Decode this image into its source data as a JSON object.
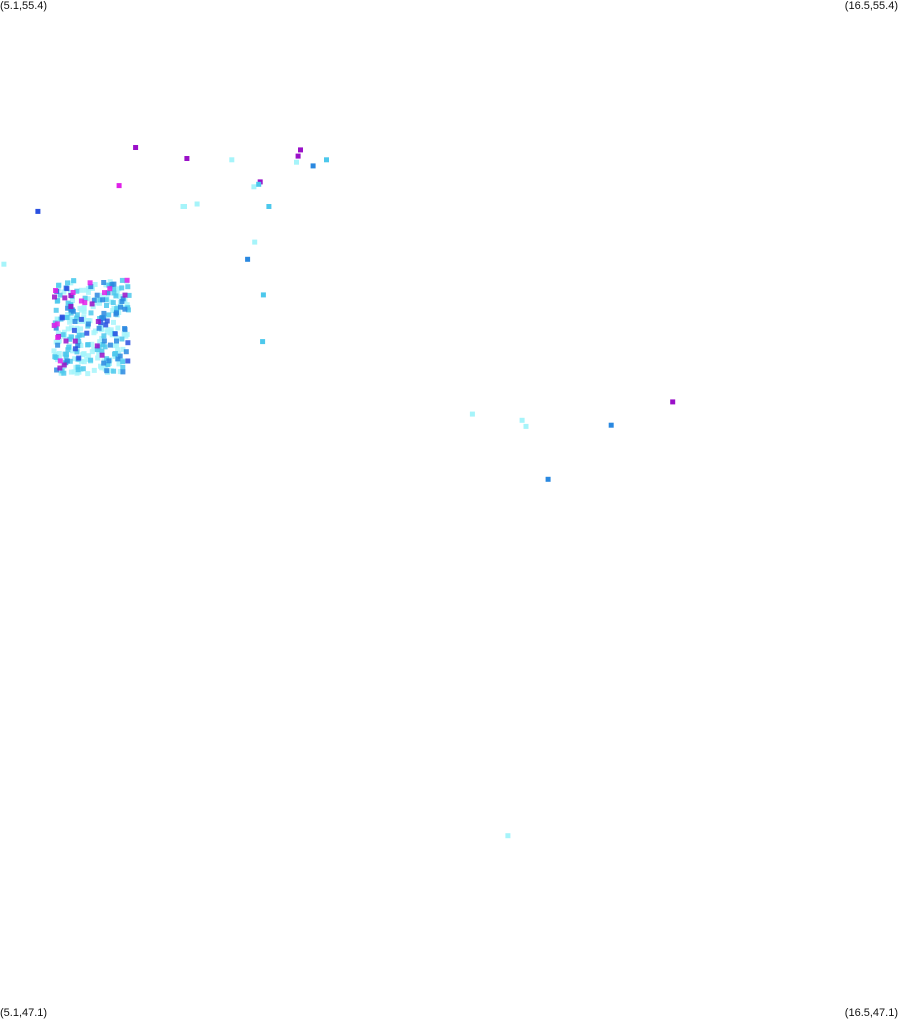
{
  "corners": {
    "top_left": "(5.1,55.4)",
    "top_right": "(16.5,55.4)",
    "bottom_left": "(5.1,47.1)",
    "bottom_right": "(16.5,47.1)"
  },
  "bounds": {
    "lon_min": 5.1,
    "lon_max": 16.5,
    "lat_min": 47.1,
    "lat_max": 55.4
  },
  "colors": {
    "pale_cyan": "#a6f4fa",
    "cyan": "#4cc8ec",
    "blue": "#2a88e0",
    "dark_blue": "#2a50e0",
    "purple": "#9a10c8",
    "magenta": "#e020e8"
  },
  "points": [
    {
      "lon": 5.15,
      "lat": 53.25,
      "color": "pale_cyan"
    },
    {
      "lon": 5.58,
      "lat": 53.68,
      "color": "dark_blue"
    },
    {
      "lon": 6.61,
      "lat": 53.89,
      "color": "magenta"
    },
    {
      "lon": 6.82,
      "lat": 54.2,
      "color": "purple"
    },
    {
      "lon": 7.47,
      "lat": 54.11,
      "color": "purple"
    },
    {
      "lon": 8.04,
      "lat": 54.1,
      "color": "pale_cyan"
    },
    {
      "lon": 7.42,
      "lat": 53.72,
      "color": "pale_cyan"
    },
    {
      "lon": 7.44,
      "lat": 53.72,
      "color": "pale_cyan"
    },
    {
      "lon": 7.6,
      "lat": 53.74,
      "color": "pale_cyan"
    },
    {
      "lon": 8.4,
      "lat": 53.92,
      "color": "purple"
    },
    {
      "lon": 8.32,
      "lat": 53.88,
      "color": "pale_cyan"
    },
    {
      "lon": 8.38,
      "lat": 53.9,
      "color": "cyan"
    },
    {
      "lon": 8.88,
      "lat": 54.13,
      "color": "purple"
    },
    {
      "lon": 8.91,
      "lat": 54.18,
      "color": "purple"
    },
    {
      "lon": 8.86,
      "lat": 54.08,
      "color": "pale_cyan"
    },
    {
      "lon": 9.07,
      "lat": 54.05,
      "color": "blue"
    },
    {
      "lon": 9.24,
      "lat": 54.1,
      "color": "cyan"
    },
    {
      "lon": 8.51,
      "lat": 53.72,
      "color": "cyan"
    },
    {
      "lon": 8.33,
      "lat": 53.43,
      "color": "pale_cyan"
    },
    {
      "lon": 8.24,
      "lat": 53.29,
      "color": "blue"
    },
    {
      "lon": 8.44,
      "lat": 53.0,
      "color": "cyan"
    },
    {
      "lon": 8.43,
      "lat": 52.62,
      "color": "cyan"
    },
    {
      "lon": 11.09,
      "lat": 52.03,
      "color": "pale_cyan"
    },
    {
      "lon": 11.72,
      "lat": 51.98,
      "color": "pale_cyan"
    },
    {
      "lon": 11.77,
      "lat": 51.93,
      "color": "pale_cyan"
    },
    {
      "lon": 12.05,
      "lat": 51.5,
      "color": "blue"
    },
    {
      "lon": 12.85,
      "lat": 51.94,
      "color": "blue"
    },
    {
      "lon": 13.63,
      "lat": 52.13,
      "color": "purple"
    },
    {
      "lon": 11.54,
      "lat": 48.6,
      "color": "pale_cyan"
    }
  ],
  "cluster": {
    "lon_min": 5.78,
    "lon_max": 6.75,
    "lat_min": 52.36,
    "lat_max": 53.12,
    "counts": {
      "pale_cyan": 150,
      "cyan": 80,
      "blue": 45,
      "dark_blue": 15,
      "purple": 14,
      "magenta": 12
    }
  }
}
